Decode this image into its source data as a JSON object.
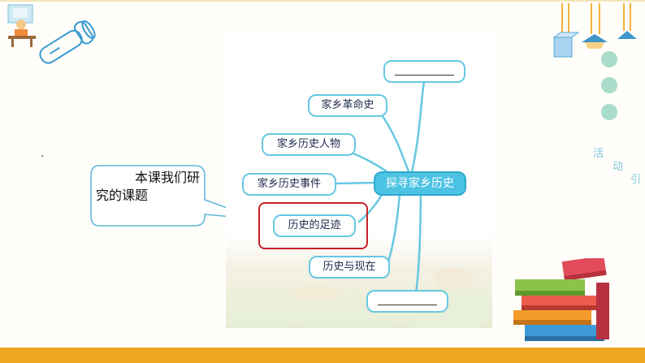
{
  "bubble": {
    "text": "本课我们研究的课题"
  },
  "mindmap": {
    "center": "探寻家乡历史",
    "branches": [
      {
        "label": ""
      },
      {
        "label": "家乡革命史"
      },
      {
        "label": "家乡历史人物"
      },
      {
        "label": "家乡历史事件"
      },
      {
        "label": "历史的足迹"
      },
      {
        "label": "历史与现在"
      },
      {
        "label": ""
      }
    ]
  },
  "side_vertical_text": [
    "活",
    "动",
    "引"
  ],
  "colors": {
    "node_border": "#67c8e3",
    "center_fill": "#4dc3e4",
    "highlight": "#c8202a",
    "bottom_bar": "#f0a61e"
  }
}
